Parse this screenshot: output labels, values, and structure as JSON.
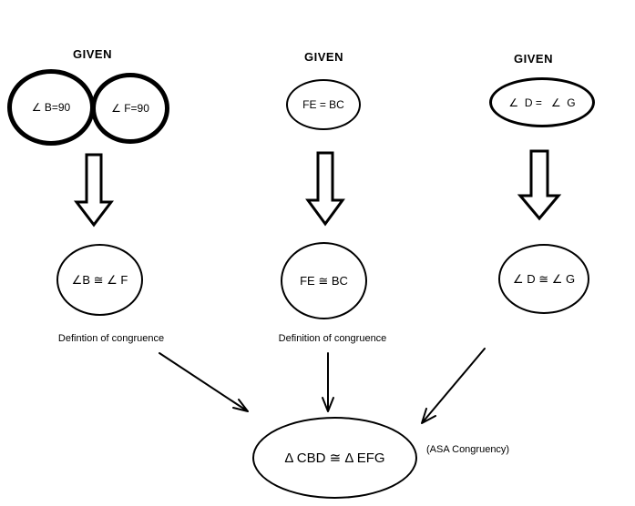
{
  "columns": [
    {
      "given_label": "GIVEN",
      "premises": [
        "∠ B=90",
        "∠ F=90"
      ],
      "conclusion": "∠B ≅ ∠ F",
      "reason": "Defintion of congruence"
    },
    {
      "given_label": "GIVEN",
      "premises": [
        "FE = BC"
      ],
      "conclusion": "FE ≅ BC",
      "reason": "Definition of congruence"
    },
    {
      "given_label": "GIVEN",
      "premises": [
        "∠  D =   ∠  G"
      ],
      "conclusion": "∠ D ≅ ∠ G"
    }
  ],
  "final": {
    "statement": "Δ CBD ≅ Δ EFG",
    "justification": "(ASA Congruency)"
  }
}
